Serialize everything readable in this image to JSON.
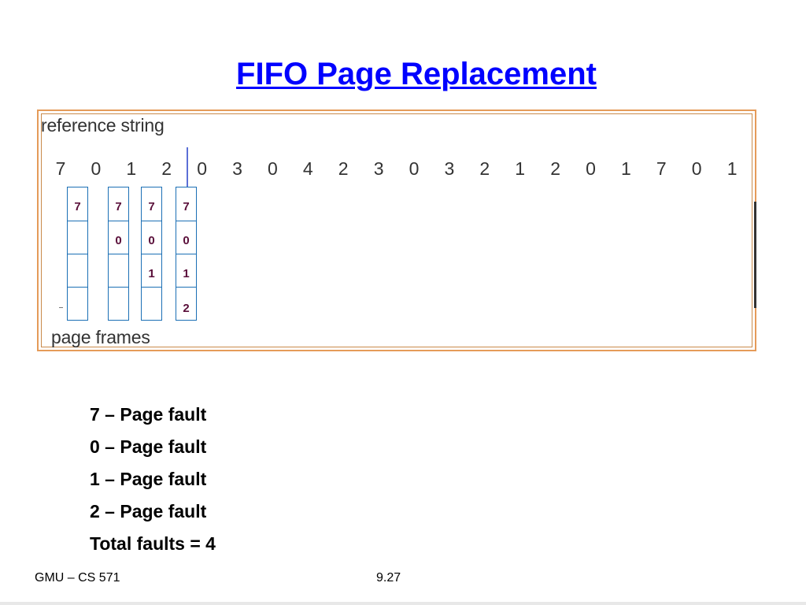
{
  "title": "FIFO Page Replacement",
  "figure": {
    "reference_label": "reference string",
    "frames_label": "page frames",
    "reference_string": [
      "7",
      "0",
      "1",
      "2",
      "0",
      "3",
      "0",
      "4",
      "2",
      "3",
      "0",
      "3",
      "2",
      "1",
      "2",
      "0",
      "1",
      "7",
      "0",
      "1"
    ],
    "frame_columns": [
      [
        "7",
        "",
        "",
        ""
      ],
      [
        "7",
        "0",
        "",
        ""
      ],
      [
        "7",
        "0",
        "1",
        ""
      ],
      [
        "7",
        "0",
        "1",
        "2"
      ]
    ],
    "current_position_after_index": 3
  },
  "faults": [
    "7 – Page fault",
    "0 – Page fault",
    "1 – Page fault",
    "2 – Page fault",
    "Total faults = 4"
  ],
  "footer": {
    "left": "GMU – CS 571",
    "page": "9.27"
  },
  "colors": {
    "title": "#0000ff",
    "figure_border": "#e59b59",
    "frame_border": "#1b6fb5",
    "frame_value": "#5a0f3a"
  }
}
